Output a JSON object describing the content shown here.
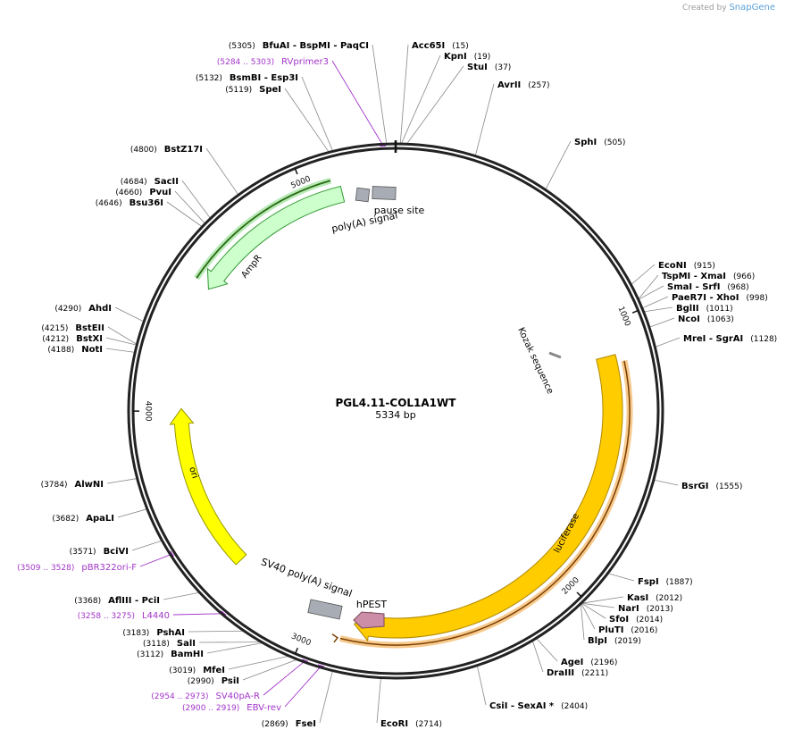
{
  "watermark": {
    "prefix": "Created by",
    "brand": "SnapGene"
  },
  "plasmid": {
    "name": "PGL4.11-COL1A1WT",
    "size": "5334 bp",
    "length": 5334
  },
  "colors": {
    "backbone": "#222222",
    "primer": "#a335c9",
    "site_line": "#888888",
    "ampr_fill": "#ccffcc",
    "ampr_stroke": "#339933",
    "ori_fill": "#ffff00",
    "luc_fill": "#ffcc00",
    "misc_fill": "#a8adb5",
    "hpest_fill": "#cc8ea6",
    "orf_glow": "#f7c98c",
    "orf_line": "#7a3d00"
  },
  "ticks": [
    {
      "bp": 1000,
      "label": "1000"
    },
    {
      "bp": 2000,
      "label": "2000"
    },
    {
      "bp": 3000,
      "label": "3000"
    },
    {
      "bp": 4000,
      "label": "4000"
    },
    {
      "bp": 5000,
      "label": "5000"
    }
  ],
  "features": [
    {
      "id": "luciferase",
      "label": "luciferase",
      "start": 1150,
      "end": 2830,
      "r": 243,
      "w": 22,
      "color": "ampr",
      "fill": "#ffcc00",
      "stroke": "#b08800",
      "dir": 1
    },
    {
      "id": "ampr",
      "label": "AmpR",
      "start": 4640,
      "end": 5165,
      "r": 250,
      "w": 18,
      "fill": "#ccffcc",
      "stroke": "#339933",
      "dir": -1,
      "xstart": 3700
    },
    {
      "id": "ori",
      "label": "ori",
      "start": 3380,
      "end": 3970,
      "r": 248,
      "w": 16,
      "fill": "#ffff00",
      "stroke": "#999900",
      "dir": 1
    }
  ],
  "feature_labels": {
    "ampr": "AmpR",
    "ori": "ori",
    "luciferase": "luciferase",
    "polya": "poly(A) signal",
    "pause": "pause site",
    "kozak": "Kozak sequence",
    "sv40": "SV40 poly(A) signal",
    "hpest": "hPEST"
  },
  "sites_right": [
    {
      "name": "Acc65I",
      "pos": "(15)",
      "bp": 15
    },
    {
      "name": "KpnI",
      "pos": "(19)",
      "bp": 19
    },
    {
      "name": "StuI",
      "pos": "(37)",
      "bp": 37
    },
    {
      "name": "AvrII",
      "pos": "(257)",
      "bp": 257
    },
    {
      "name": "SphI",
      "pos": "(505)",
      "bp": 505
    },
    {
      "name": "EcoNI",
      "pos": "(915)",
      "bp": 915
    },
    {
      "name": "TspMI - XmaI",
      "pos": "(966)",
      "bp": 966
    },
    {
      "name": "SmaI - SrfI",
      "pos": "(968)",
      "bp": 968
    },
    {
      "name": "PaeR7I - XhoI",
      "pos": "(998)",
      "bp": 998
    },
    {
      "name": "BglII",
      "pos": "(1011)",
      "bp": 1011
    },
    {
      "name": "NcoI",
      "pos": "(1063)",
      "bp": 1063
    },
    {
      "name": "MreI - SgrAI",
      "pos": "(1128)",
      "bp": 1128
    },
    {
      "name": "BsrGI",
      "pos": "(1555)",
      "bp": 1555
    },
    {
      "name": "FspI",
      "pos": "(1887)",
      "bp": 1887
    },
    {
      "name": "KasI",
      "pos": "(2012)",
      "bp": 2012
    },
    {
      "name": "NarI",
      "pos": "(2013)",
      "bp": 2013
    },
    {
      "name": "SfoI",
      "pos": "(2014)",
      "bp": 2014
    },
    {
      "name": "PluTI",
      "pos": "(2016)",
      "bp": 2016
    },
    {
      "name": "BlpI",
      "pos": "(2019)",
      "bp": 2019
    },
    {
      "name": "AgeI",
      "pos": "(2196)",
      "bp": 2196
    },
    {
      "name": "DraIII",
      "pos": "(2211)",
      "bp": 2211
    },
    {
      "name": "CsiI - SexAI *",
      "pos": "(2404)",
      "bp": 2404
    },
    {
      "name": "EcoRI",
      "pos": "(2714)",
      "bp": 2714
    }
  ],
  "sites_left": [
    {
      "name": "BfuAI - BspMI - PaqCI",
      "pos": "(5305)",
      "bp": 5305
    },
    {
      "name": "BsmBI - Esp3I",
      "pos": "(5132)",
      "bp": 5132
    },
    {
      "name": "SpeI",
      "pos": "(5119)",
      "bp": 5119
    },
    {
      "name": "BstZ17I",
      "pos": "(4800)",
      "bp": 4800
    },
    {
      "name": "SacII",
      "pos": "(4684)",
      "bp": 4684
    },
    {
      "name": "PvuI",
      "pos": "(4660)",
      "bp": 4660
    },
    {
      "name": "Bsu36I",
      "pos": "(4646)",
      "bp": 4646
    },
    {
      "name": "AhdI",
      "pos": "(4290)",
      "bp": 4290
    },
    {
      "name": "BstEII",
      "pos": "(4215)",
      "bp": 4215
    },
    {
      "name": "BstXI",
      "pos": "(4212)",
      "bp": 4212
    },
    {
      "name": "NotI",
      "pos": "(4188)",
      "bp": 4188
    },
    {
      "name": "AlwNI",
      "pos": "(3784)",
      "bp": 3784
    },
    {
      "name": "ApaLI",
      "pos": "(3682)",
      "bp": 3682
    },
    {
      "name": "BciVI",
      "pos": "(3571)",
      "bp": 3571
    },
    {
      "name": "AflIII - PciI",
      "pos": "(3368)",
      "bp": 3368
    },
    {
      "name": "PshAI",
      "pos": "(3183)",
      "bp": 3183
    },
    {
      "name": "SalI",
      "pos": "(3118)",
      "bp": 3118
    },
    {
      "name": "BamHI",
      "pos": "(3112)",
      "bp": 3112
    },
    {
      "name": "MfeI",
      "pos": "(3019)",
      "bp": 3019
    },
    {
      "name": "PsiI",
      "pos": "(2990)",
      "bp": 2990
    },
    {
      "name": "FseI",
      "pos": "(2869)",
      "bp": 2869
    }
  ],
  "primers": [
    {
      "name": "RVprimer3",
      "range": "(5284 .. 5303)",
      "bp": 5293
    },
    {
      "name": "pBR322ori-F",
      "range": "(3509 .. 3528)",
      "bp": 3518
    },
    {
      "name": "L4440",
      "range": "(3258 .. 3275)",
      "bp": 3266
    },
    {
      "name": "SV40pA-R",
      "range": "(2954 .. 2973)",
      "bp": 2963
    },
    {
      "name": "EBV-rev",
      "range": "(2900 .. 2919)",
      "bp": 2909
    }
  ]
}
